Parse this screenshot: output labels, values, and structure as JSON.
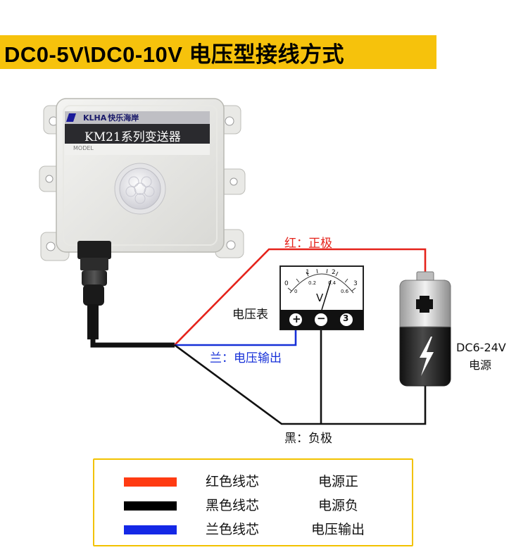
{
  "title": "DC0-5V\\DC0-10V 电压型接线方式",
  "device": {
    "brand": "KLHA",
    "brand_cn": "快乐海岸",
    "model": "KM21系列变送器",
    "model_caption": "MODEL"
  },
  "meter": {
    "label": "电压表",
    "unit": "V",
    "scale_top": [
      "0",
      "1",
      "2",
      "3"
    ],
    "scale_bottom": [
      "0",
      "0.2",
      "0.4",
      "0.6"
    ],
    "terminals": [
      "+",
      "−",
      "3"
    ]
  },
  "battery": {
    "label_line1": "DC6-24V",
    "label_line2": "电源"
  },
  "wires": {
    "red_label": "红：正极",
    "blue_label": "兰：电压输出",
    "black_label": "黑：负极"
  },
  "colors": {
    "red": "#e5231b",
    "blue": "#1630d8",
    "black": "#111111",
    "accent": "#f6c20c"
  },
  "legend": [
    {
      "wire": "红色线芯",
      "function": "电源正",
      "color": "#ff3b12"
    },
    {
      "wire": "黑色线芯",
      "function": "电源负",
      "color": "#000000"
    },
    {
      "wire": "兰色线芯",
      "function": "电压输出",
      "color": "#1428e6"
    }
  ]
}
